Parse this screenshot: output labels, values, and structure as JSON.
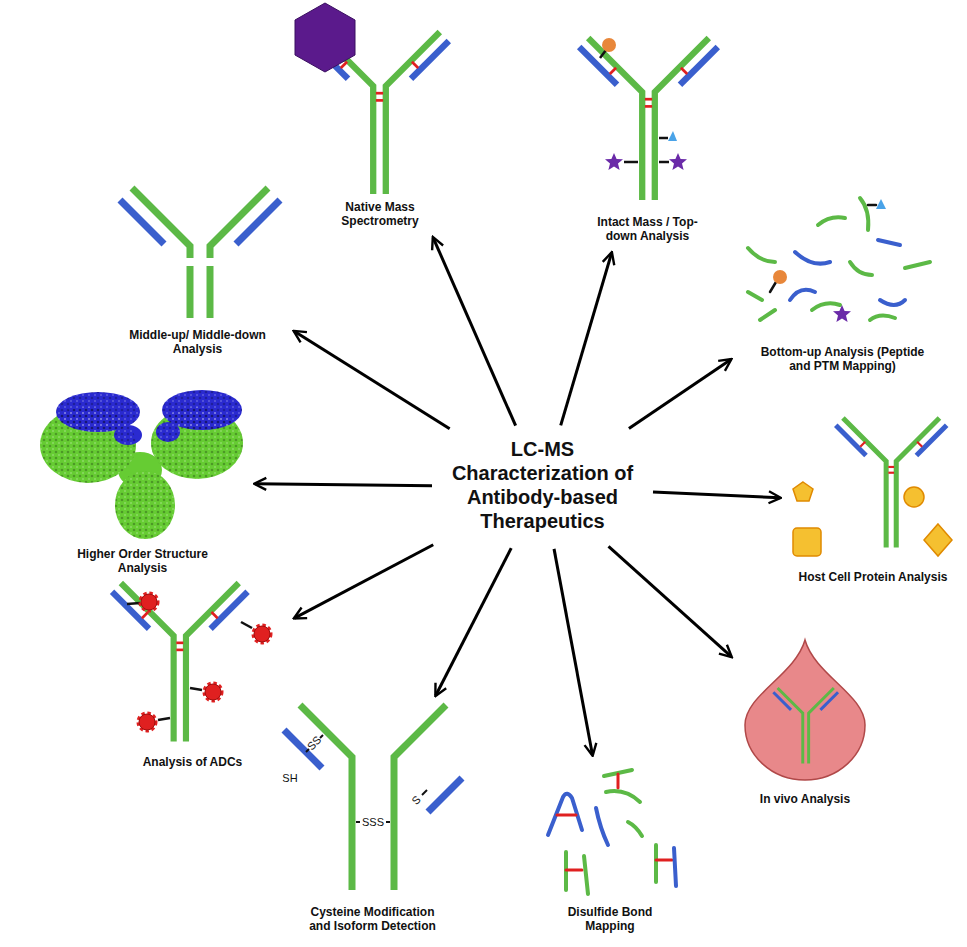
{
  "diagram": {
    "nodes": [
      {
        "text": [
          "LC-MS Characterization of Antibody-based Therapeutics"
        ]
      },
      {
        "text": [
          "Native Mass Spectrometry"
        ]
      },
      {
        "text": [
          "Intact Mass / Top-down Analysis"
        ]
      },
      {
        "text": [
          "Middle-up/ Middle-down Analysis"
        ]
      },
      {
        "text": [
          "Bottom-up Analysis (Peptide and PTM Mapping)"
        ]
      },
      {
        "text": [
          "Higher Order Structure Analysis"
        ]
      },
      {
        "text": [
          "Host Cell Protein Analysis"
        ]
      },
      {
        "text": [
          "Analysis of ADCs"
        ]
      },
      {
        "text": [
          "In vivo Analysis"
        ]
      },
      {
        "text": [
          "Cysteine Modification and Isoform Detection"
        ]
      },
      {
        "text": [
          "Disulfide Bond Mapping"
        ]
      }
    ],
    "edges": [
      {
        "from": 0,
        "to": 1,
        "arrow": "to"
      },
      {
        "from": 0,
        "to": 2,
        "arrow": "to"
      },
      {
        "from": 0,
        "to": 3,
        "arrow": "to"
      },
      {
        "from": 0,
        "to": 4,
        "arrow": "to"
      },
      {
        "from": 0,
        "to": 5,
        "arrow": "to"
      },
      {
        "from": 0,
        "to": 6,
        "arrow": "to"
      },
      {
        "from": 0,
        "to": 7,
        "arrow": "to"
      },
      {
        "from": 0,
        "to": 8,
        "arrow": "to"
      },
      {
        "from": 0,
        "to": 9,
        "arrow": "to"
      },
      {
        "from": 0,
        "to": 10,
        "arrow": "to"
      }
    ],
    "labels": [
      "SH",
      "SS",
      "SSS",
      "S"
    ]
  }
}
